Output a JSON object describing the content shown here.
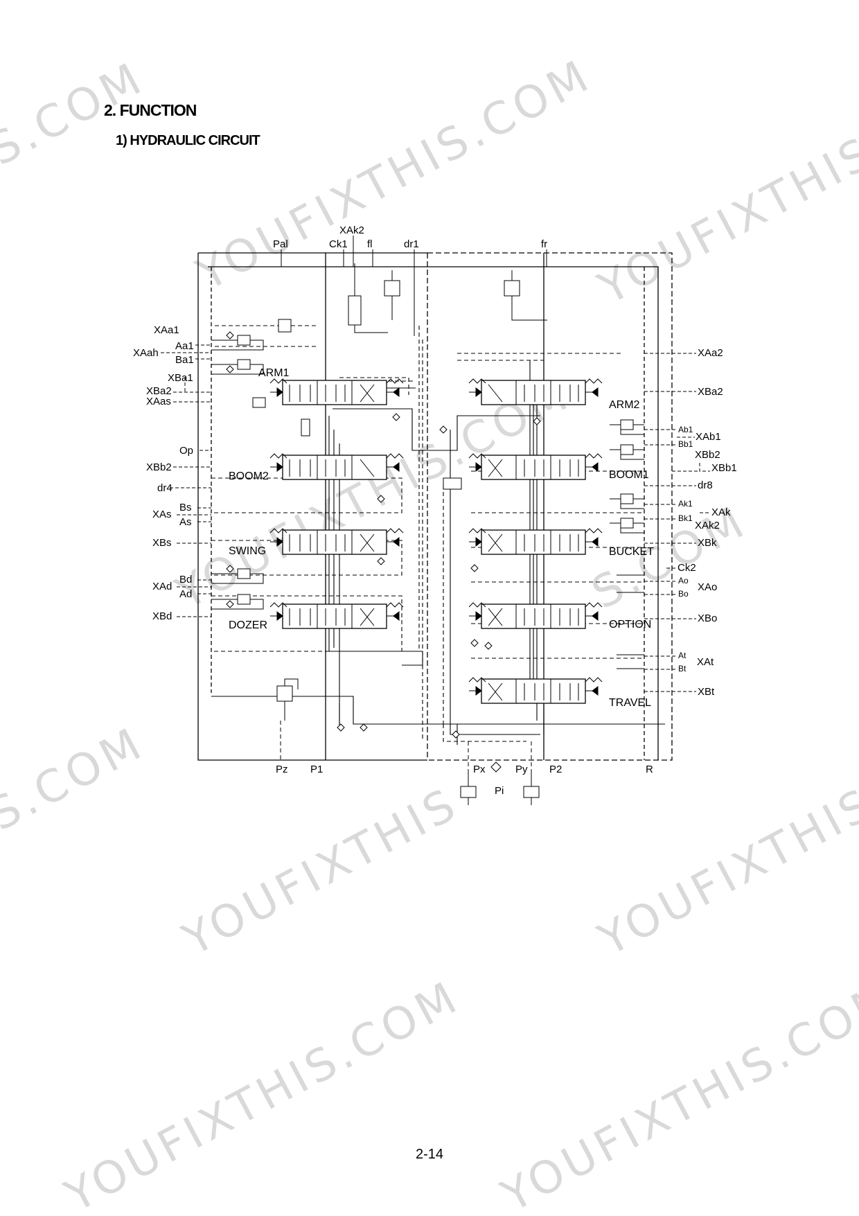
{
  "page": {
    "section_title": "2. FUNCTION",
    "subsection_title": "1) HYDRAULIC CIRCUIT",
    "page_number": "2-14"
  },
  "watermark": {
    "text_full": "YOUFIXTHIS.COM",
    "text_short": "YOUFIXTHIS",
    "text_tail": "S.COM",
    "color": "#d9d9d9"
  },
  "diagram": {
    "top_ports": {
      "pal": "Pal",
      "xak2": "XAk2",
      "ck1": "Ck1",
      "fl": "fl",
      "dr1": "dr1",
      "fr": "fr"
    },
    "bottom_ports": {
      "pz": "Pz",
      "p1": "P1",
      "px": "Px",
      "pi": "Pi",
      "py": "Py",
      "p2": "P2",
      "r": "R"
    },
    "left_ports": {
      "xaa1": "XAa1",
      "xaah": "XAah",
      "aa1": "Aa1",
      "ba1": "Ba1",
      "xba1": "XBa1",
      "xba2": "XBa2",
      "xaas": "XAas",
      "op": "Op",
      "xbb2": "XBb2",
      "dr4": "dr4",
      "bs": "Bs",
      "xas": "XAs",
      "as": "As",
      "xbs": "XBs",
      "bd": "Bd",
      "xad": "XAd",
      "ad": "Ad",
      "xbd": "XBd"
    },
    "right_ports": {
      "xaa2": "XAa2",
      "xba2r": "XBa2",
      "ab1": "Ab1",
      "xab1": "XAb1",
      "bb1": "Bb1",
      "xbb2": "XBb2",
      "xbb1": "XBb1",
      "dr8": "dr8",
      "ak1": "Ak1",
      "xak": "XAk",
      "bk1": "Bk1",
      "xak2": "XAk2",
      "xbk": "XBk",
      "ck2": "Ck2",
      "ao": "Ao",
      "xao": "XAo",
      "bo": "Bo",
      "xbo": "XBo",
      "at": "At",
      "xat": "XAt",
      "bt": "Bt",
      "xbt": "XBt"
    },
    "sections_left": [
      "ARM1",
      "BOOM2",
      "SWING",
      "DOZER"
    ],
    "sections_right": [
      "ARM2",
      "BOOM1",
      "BUCKET",
      "OPTION",
      "TRAVEL"
    ]
  }
}
